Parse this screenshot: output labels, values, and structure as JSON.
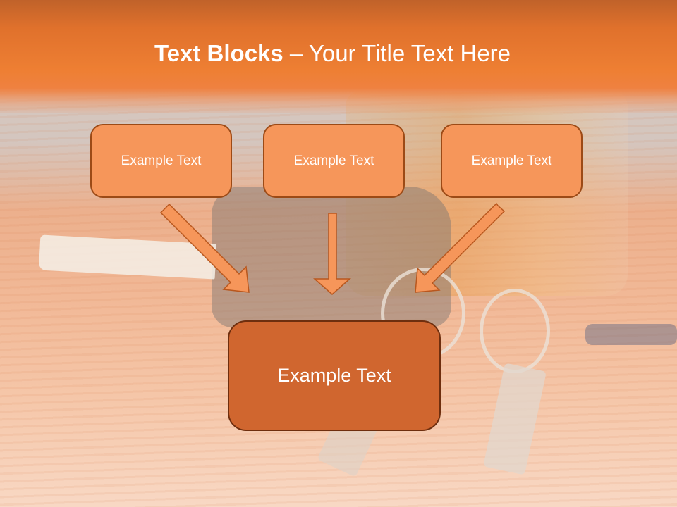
{
  "slide": {
    "title_bold": "Text Blocks",
    "title_separator": " – ",
    "title_rest": "Your Title Text Here"
  },
  "diagram": {
    "top_boxes": [
      {
        "label": "Example Text"
      },
      {
        "label": "Example Text"
      },
      {
        "label": "Example Text"
      }
    ],
    "center_box": {
      "label": "Example Text"
    },
    "arrows": [
      {
        "from": "top_boxes.0",
        "to": "center_box",
        "direction": "down-right"
      },
      {
        "from": "top_boxes.1",
        "to": "center_box",
        "direction": "down"
      },
      {
        "from": "top_boxes.2",
        "to": "center_box",
        "direction": "down-left"
      }
    ]
  },
  "colors": {
    "header_orange": "#ee7f33",
    "box_fill": "#f6965a",
    "box_border": "#9c4a16",
    "center_fill": "#d0662f",
    "center_border": "#6e2e0e",
    "arrow_fill": "#f6965a",
    "arrow_stroke": "#b8571e",
    "text": "#ffffff"
  }
}
